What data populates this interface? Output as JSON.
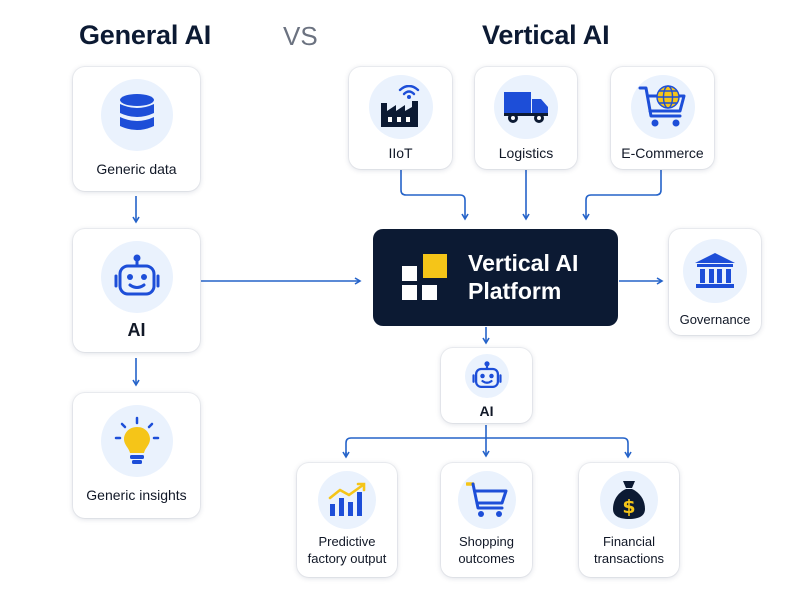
{
  "headings": {
    "general": "General AI",
    "vs": "VS",
    "vertical": "Vertical AI"
  },
  "general_column": {
    "data_card": {
      "label": "Generic data",
      "icon": "database-icon"
    },
    "ai_card": {
      "label": "AI",
      "icon": "robot-icon"
    },
    "insights_card": {
      "label": "Generic insights",
      "icon": "lightbulb-icon"
    }
  },
  "sources": [
    {
      "label": "IIoT",
      "icon": "factory-wifi-icon"
    },
    {
      "label": "Logistics",
      "icon": "truck-icon"
    },
    {
      "label": "E-Commerce",
      "icon": "shopping-cart-globe-icon"
    }
  ],
  "platform": {
    "title_line1": "Vertical AI",
    "title_line2": "Platform",
    "icon": "platform-squares-icon"
  },
  "governance": {
    "label": "Governance",
    "icon": "government-building-icon"
  },
  "vertical_ai": {
    "label": "AI",
    "icon": "robot-icon"
  },
  "outcomes": [
    {
      "line1": "Predictive",
      "line2": "factory output",
      "icon": "bar-chart-icon"
    },
    {
      "line1": "Shopping",
      "line2": "outcomes",
      "icon": "shopping-cart-icon"
    },
    {
      "line1": "Financial",
      "line2": "transactions",
      "icon": "money-bag-icon"
    }
  ],
  "colors": {
    "navy": "#0c1a33",
    "blue": "#1d4ed8",
    "connector": "#2563c9",
    "yellow": "#f5c518",
    "icon_bg": "#eaf2fd"
  }
}
